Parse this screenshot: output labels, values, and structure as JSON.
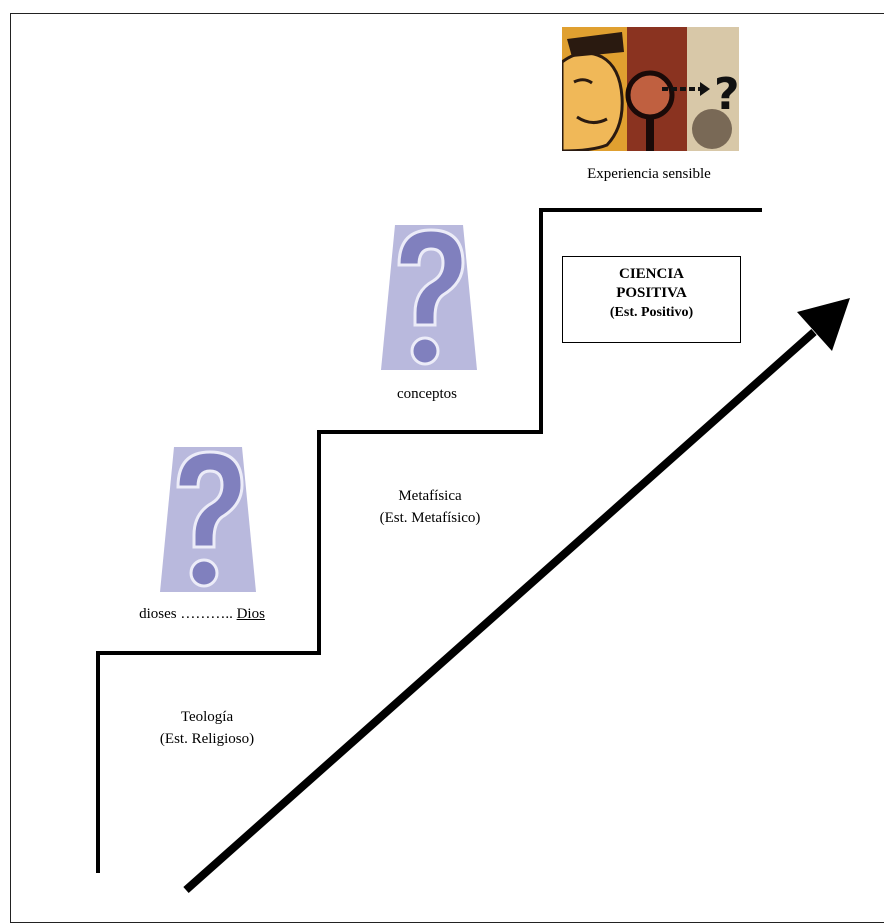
{
  "top_image": {
    "icon": "face-magnifier-question-collage",
    "caption": "Experiencia sensible"
  },
  "stage_positivo": {
    "title": "CIENCIA",
    "title2": "POSITIVA",
    "subtitle": "(Est. Positivo)"
  },
  "stage_metafisico": {
    "icon": "question-mark-icon",
    "caption": "conceptos",
    "title": "Metafísica",
    "subtitle": "(Est. Metafísico)"
  },
  "stage_religioso": {
    "icon": "question-mark-icon",
    "caption_left": "dioses ………..",
    "caption_right": "Dios",
    "title": "Teología",
    "subtitle": "(Est. Religioso)"
  },
  "colors": {
    "question_mark": "#8080be",
    "question_shadow": "#b9b9dd",
    "stairs": "#000000",
    "arrow": "#000000"
  }
}
